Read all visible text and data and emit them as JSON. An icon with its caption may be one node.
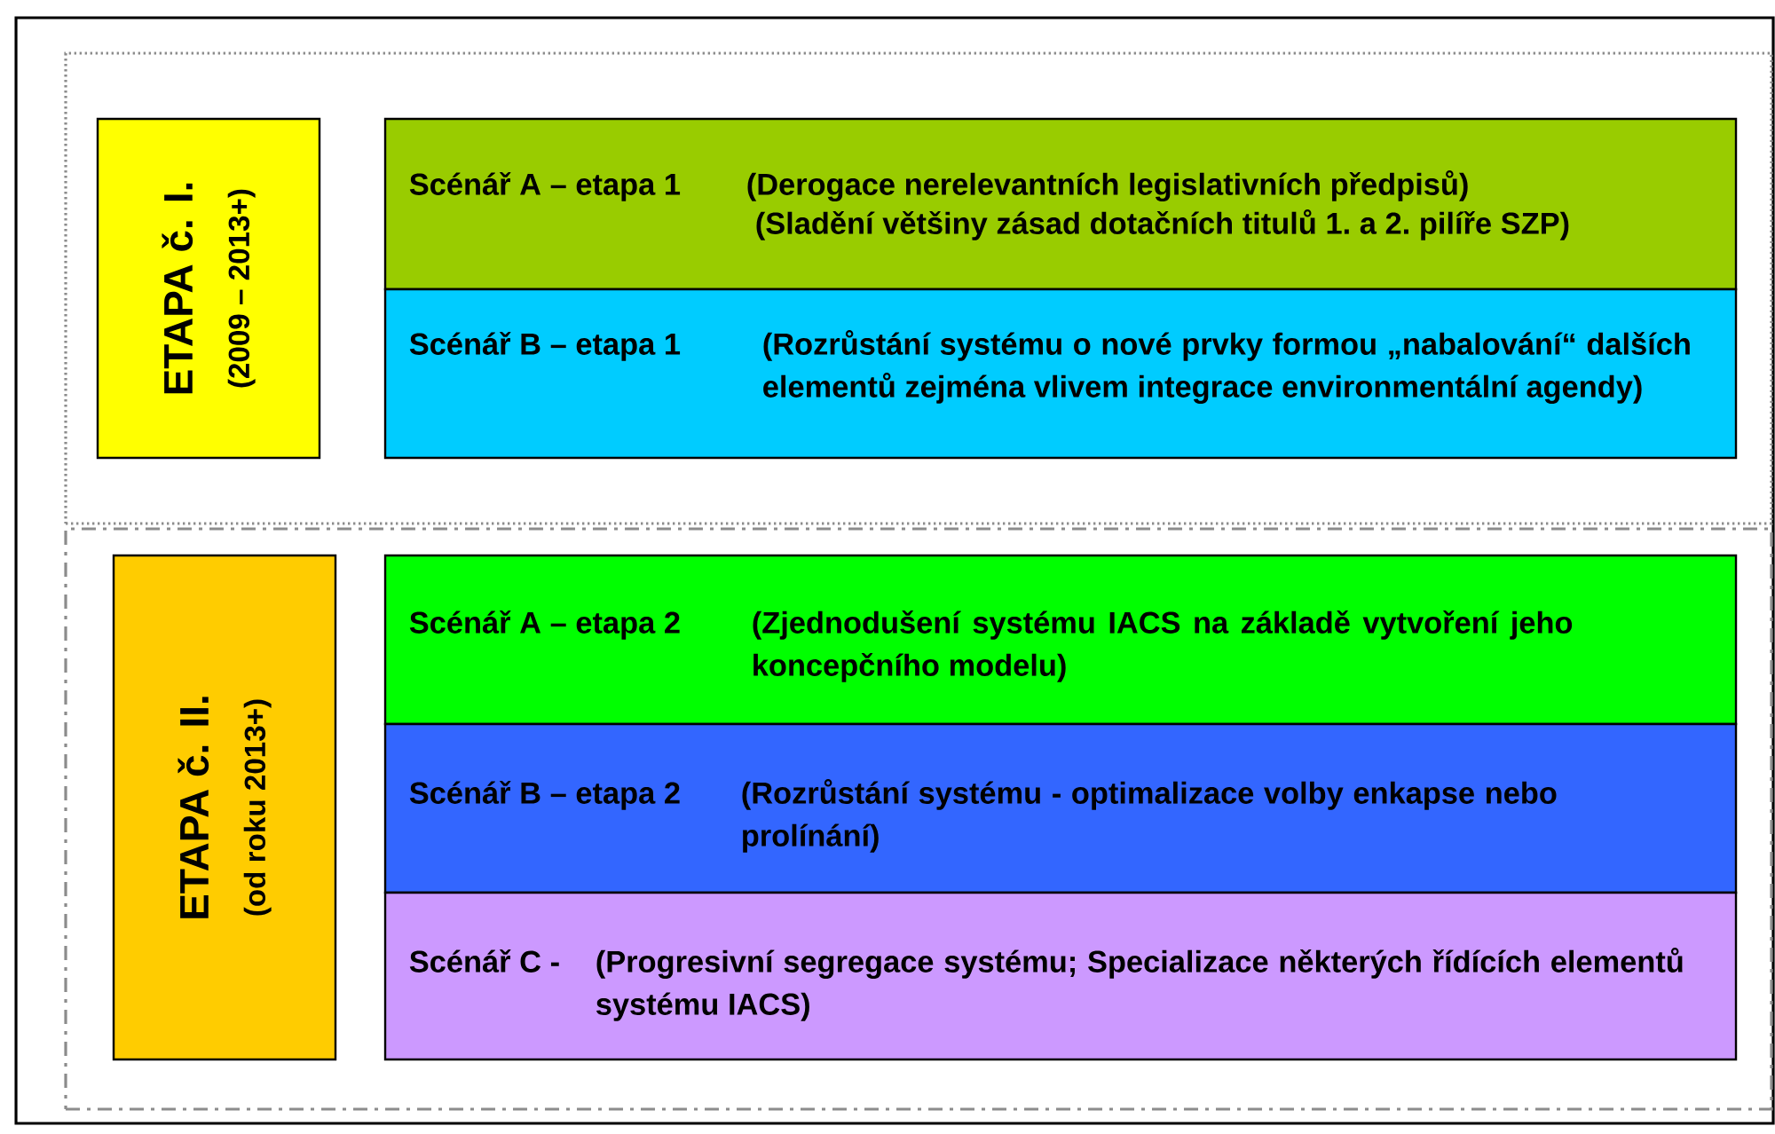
{
  "diagram": {
    "nodes": [
      {
        "text": [],
        "shape": "box"
      },
      {
        "text": [
          "ETAPA č. I.",
          "(2009 – 2013+)"
        ],
        "in": 0
      },
      {
        "text": [
          "Scénář A – etapa 1",
          "(Derogace nerelevantních legislativních předpisů)",
          "(Sladění většiny zásad dotačních titulů 1. a 2. pilíře SZP)"
        ],
        "in": 0
      },
      {
        "text": [
          "Scénář B – etapa 1",
          "(Rozrůstání systému o nové prvky formou „nabalování“ dalších elementů zejména vlivem integrace environmentální agendy)"
        ],
        "in": 0
      },
      {
        "text": [],
        "shape": "box"
      },
      {
        "text": [
          "ETAPA č. II.",
          "(od roku 2013+)"
        ],
        "in": 4
      },
      {
        "text": [
          "Scénář A – etapa 2",
          "(Zjednodušení systému IACS na základě vytvoření jeho koncepčního modelu)"
        ],
        "in": 4
      },
      {
        "text": [
          "Scénář B – etapa 2",
          "(Rozrůstání systému - optimalizace volby enkapse nebo prolínání)"
        ],
        "in": 4
      },
      {
        "text": [
          "Scénář C -",
          "(Progresivní segregace systému; Specializace některých řídících elementů systému IACS)"
        ],
        "in": 4
      }
    ],
    "edges": []
  }
}
